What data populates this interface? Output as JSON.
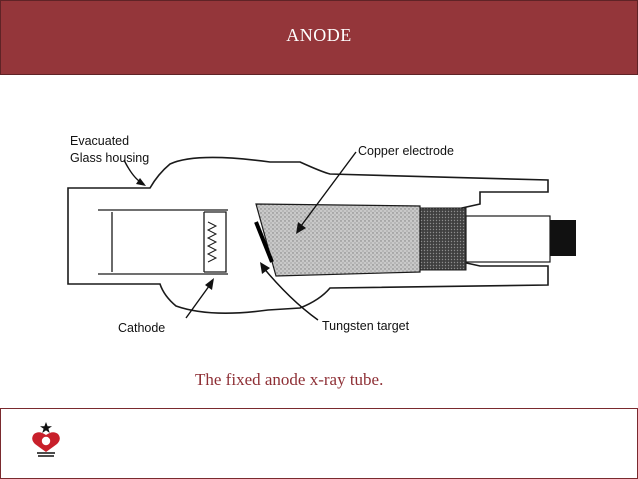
{
  "slide": {
    "title": "ANODE",
    "caption": "The fixed anode x-ray tube."
  },
  "diagram": {
    "labels": {
      "glass_line1": "Evacuated",
      "glass_line2": "Glass housing",
      "copper": "Copper electrode",
      "cathode": "Cathode",
      "tungsten": "Tungsten target"
    }
  },
  "colors": {
    "header_bg": "#94363a",
    "caption_text": "#8e2f35",
    "logo_red": "#c8202b"
  }
}
